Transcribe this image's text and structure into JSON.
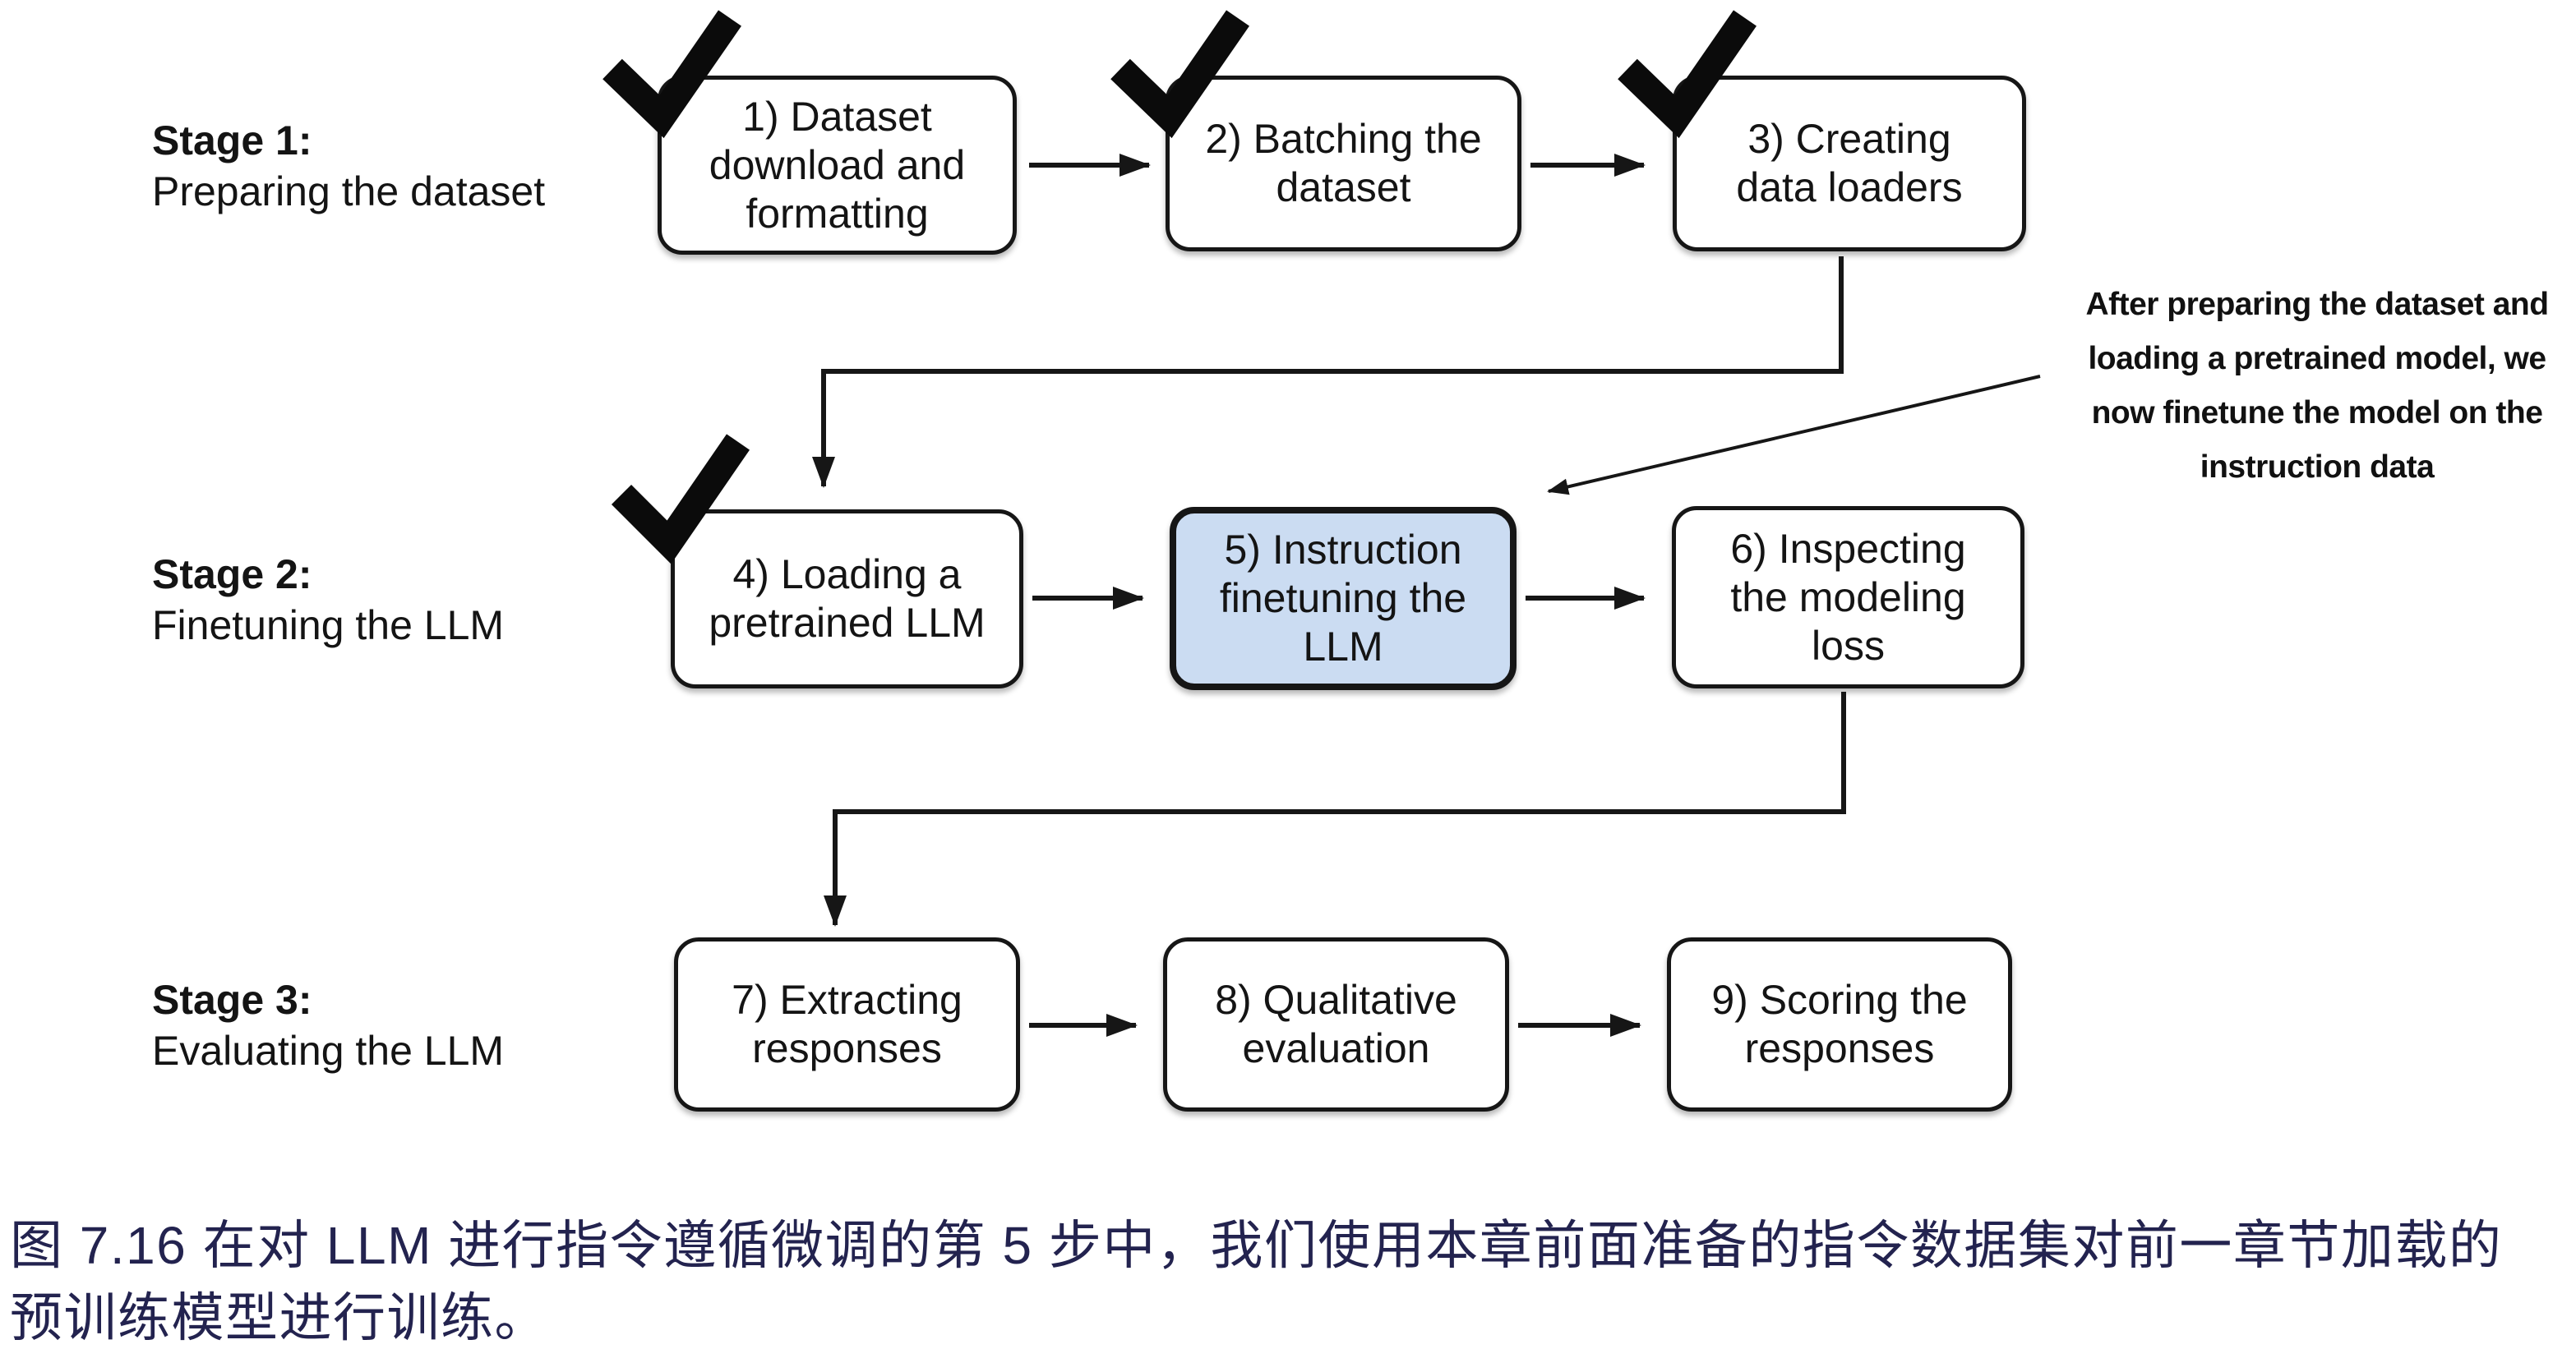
{
  "figure": {
    "stages": [
      {
        "title": "Stage 1:",
        "subtitle": "Preparing the dataset"
      },
      {
        "title": "Stage 2:",
        "subtitle": "Finetuning the LLM"
      },
      {
        "title": "Stage 3:",
        "subtitle": "Evaluating the LLM"
      }
    ],
    "boxes": [
      {
        "text": "1) Dataset\ndownload and\nformatting",
        "checked": true,
        "highlighted": false
      },
      {
        "text": "2) Batching the\ndataset",
        "checked": true,
        "highlighted": false
      },
      {
        "text": "3) Creating\ndata loaders",
        "checked": true,
        "highlighted": false
      },
      {
        "text": "4) Loading a\npretrained LLM",
        "checked": true,
        "highlighted": false
      },
      {
        "text": "5) Instruction\nfinetuning the\nLLM",
        "checked": false,
        "highlighted": true
      },
      {
        "text": "6) Inspecting\nthe modeling\nloss",
        "checked": false,
        "highlighted": false
      },
      {
        "text": "7) Extracting\nresponses",
        "checked": false,
        "highlighted": false
      },
      {
        "text": "8) Qualitative\nevaluation",
        "checked": false,
        "highlighted": false
      },
      {
        "text": "9) Scoring the\nresponses",
        "checked": false,
        "highlighted": false
      }
    ],
    "annotation": "After preparing the dataset and\nloading a pretrained model, we\nnow finetune the model on the\ninstruction data",
    "colors": {
      "highlight": "#cbdcf2",
      "stroke": "#161616",
      "caption_text": "#23234f"
    }
  },
  "caption": {
    "text": "图 7.16 在对 LLM 进行指令遵循微调的第 5 步中，我们使用本章前面准备的指令数据集对前一章节加载的\n预训练模型进行训练。"
  }
}
